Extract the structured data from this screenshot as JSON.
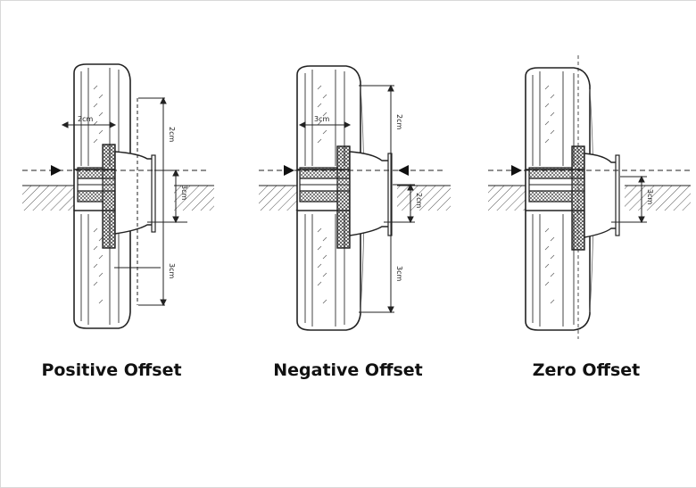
{
  "panels": [
    {
      "title": "Positive Offset",
      "offset": "positive",
      "dim_top": "2cm",
      "dim_vert_top": "2cm",
      "dim_hub": "3cm",
      "dim_vert_bottom": "3cm"
    },
    {
      "title": "Negative Offset",
      "offset": "negative",
      "dim_top": "3cm",
      "dim_vert_top": "2cm",
      "dim_hub": "2cm",
      "dim_vert_bottom": "3cm"
    },
    {
      "title": "Zero Offset",
      "offset": "zero",
      "dim_hub": "3cm"
    }
  ],
  "colors": {
    "line": "#222222",
    "hatch": "#444444",
    "ground_fill": "#e6e6e6",
    "rim_fill": "#bdbdbd"
  }
}
